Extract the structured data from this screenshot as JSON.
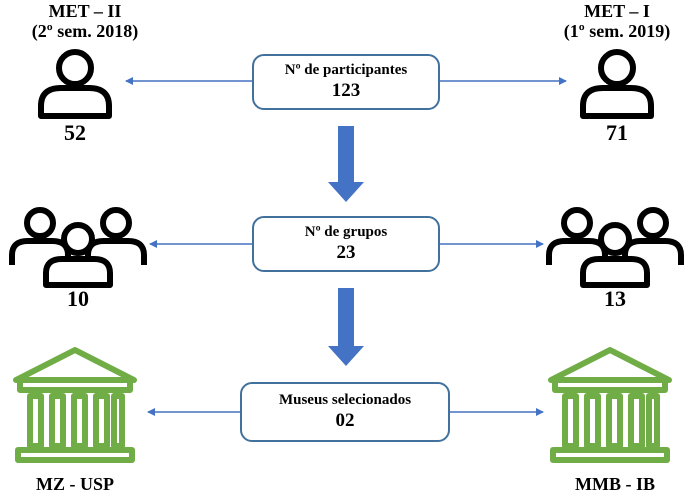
{
  "colors": {
    "box_border": "#41719c",
    "arrow": "#4472c4",
    "museum_icon": "#70ad47",
    "person_icon": "#000000"
  },
  "rows": [
    {
      "box": {
        "title": "Nº de participantes",
        "value": "123"
      },
      "left": {
        "title": "MET – II",
        "subtitle": "(2º sem. 2018)",
        "icon": "person-icon",
        "value": "52"
      },
      "right": {
        "title": "MET – I",
        "subtitle": "(1º sem. 2019)",
        "icon": "person-icon",
        "value": "71"
      }
    },
    {
      "box": {
        "title": "Nº de grupos",
        "value": "23"
      },
      "left": {
        "icon": "group-icon",
        "value": "10"
      },
      "right": {
        "icon": "group-icon",
        "value": "13"
      }
    },
    {
      "box": {
        "title": "Museus selecionados",
        "value": "02"
      },
      "left": {
        "icon": "museum-icon",
        "value": "MZ - USP"
      },
      "right": {
        "icon": "museum-icon",
        "value": "MMB - IB"
      }
    }
  ]
}
